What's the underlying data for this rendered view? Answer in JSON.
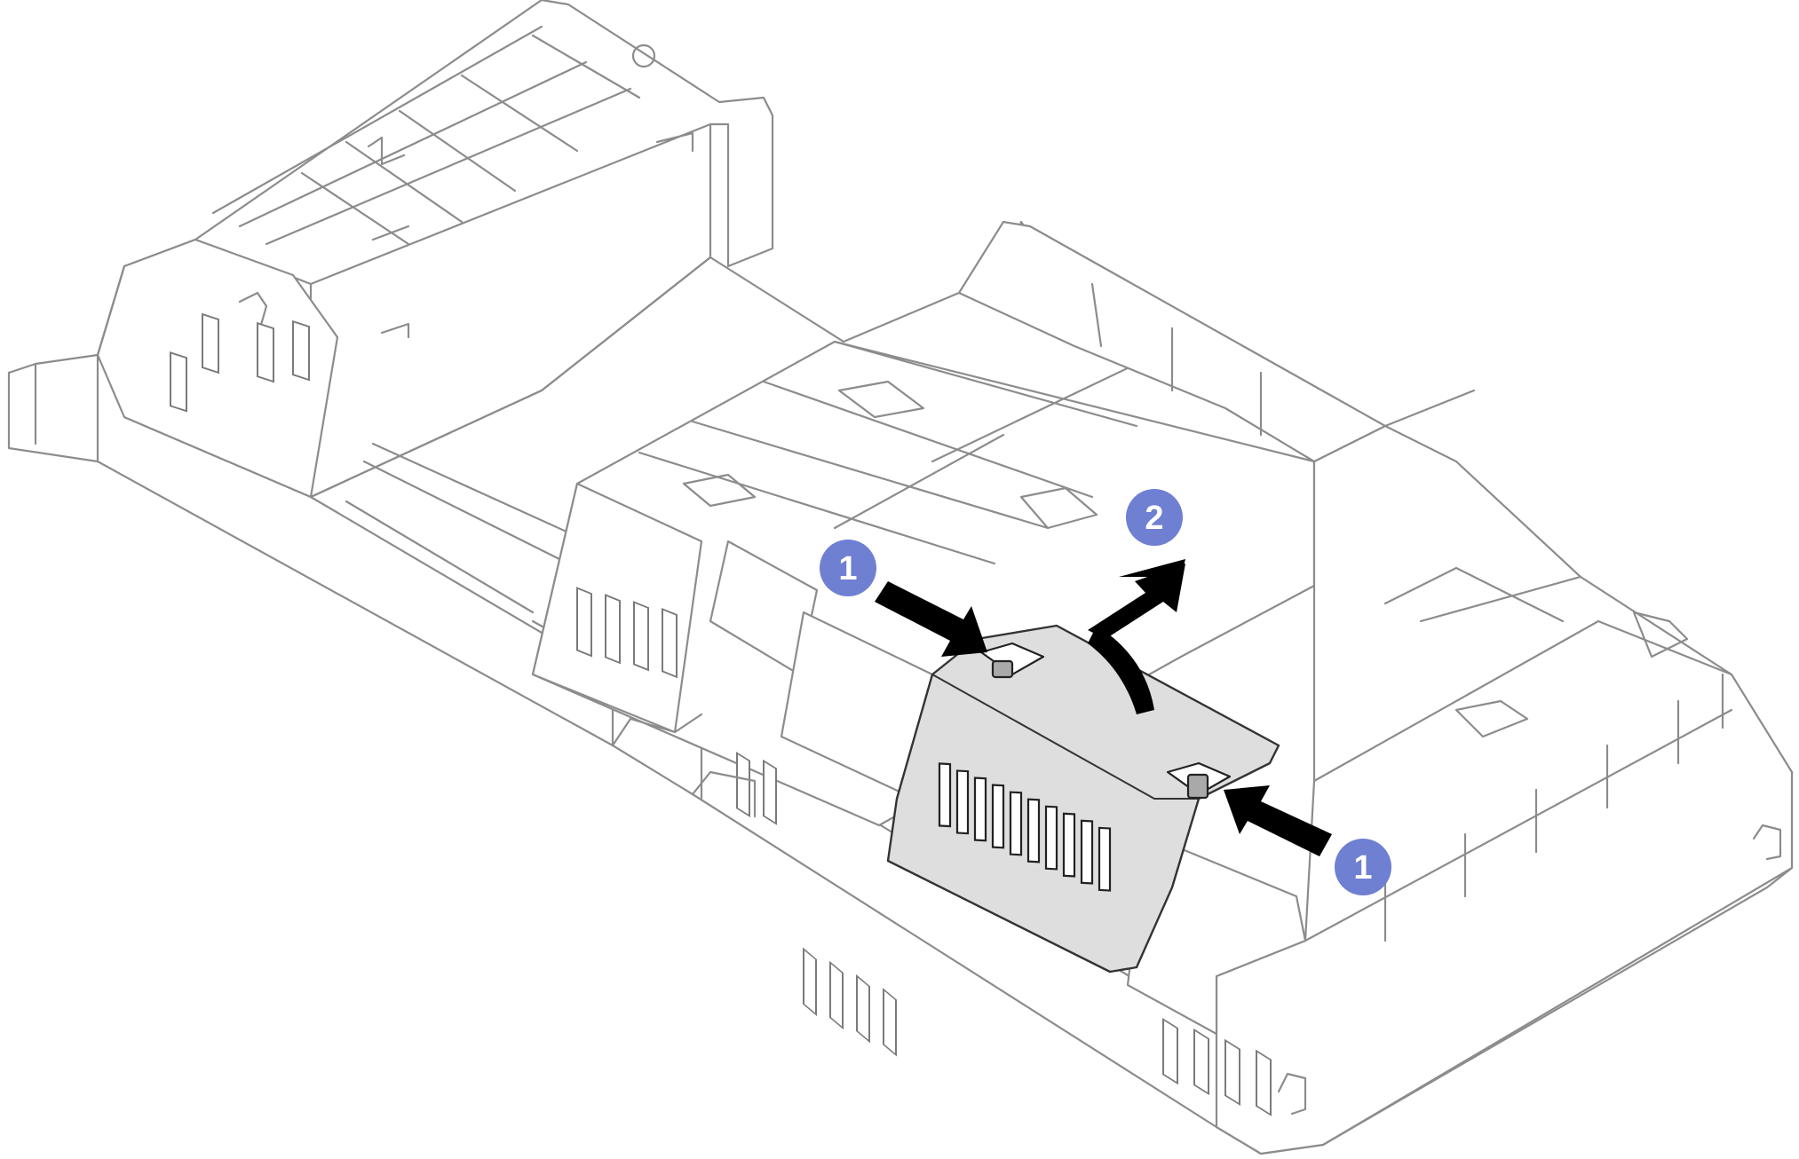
{
  "callouts": [
    {
      "id": "callout-1-left",
      "label": "1"
    },
    {
      "id": "callout-2",
      "label": "2"
    },
    {
      "id": "callout-1-right",
      "label": "1"
    }
  ],
  "colors": {
    "callout": "#6f7fd1",
    "line_art": "#8c8c8c",
    "cover_fill": "#dedede",
    "tab_fill": "#a9a9a9",
    "arrow": "#000000"
  }
}
